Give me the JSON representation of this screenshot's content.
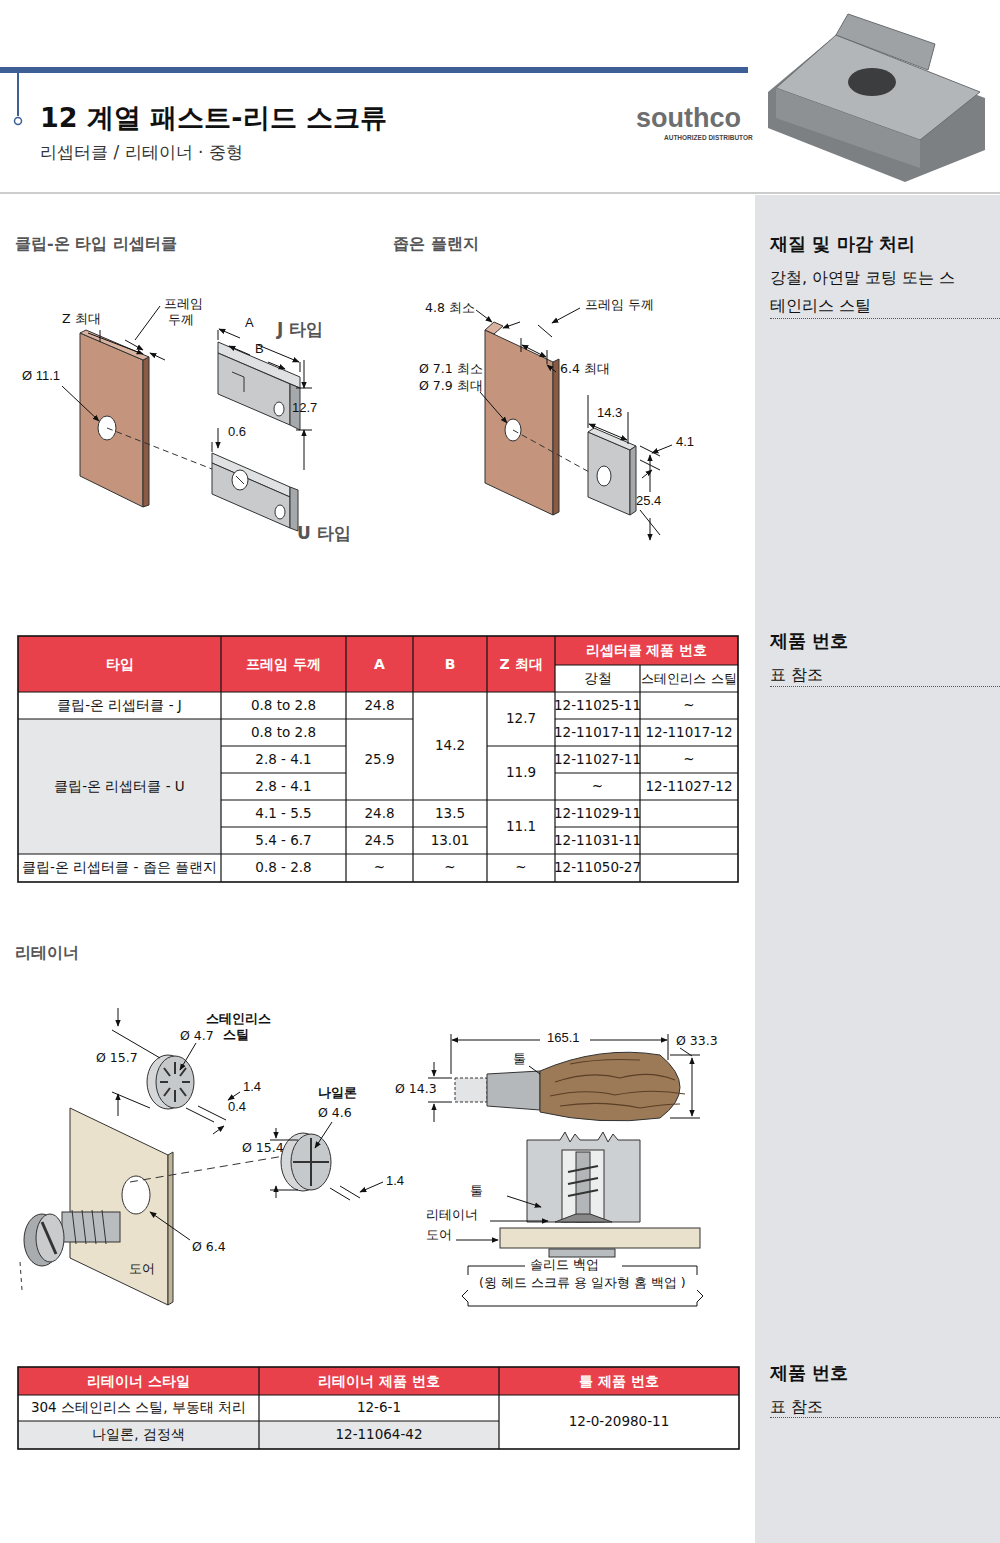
{
  "diagram": {
    "title": "12 계열 패스트-리드 스크류",
    "nodes": [
      {
        "text": [
          "재질 및 마감 처리",
          "강철, 아연말 코팅 또는 스테인리스 스틸",
          "제품 번호",
          "표 참조",
          "제품 번호",
          "표 참조"
        ]
      }
    ],
    "labels": [
      "리셉터클 / 리테이너 · 중형",
      "southco",
      "AUTHORIZED DISTRIBUTOR",
      "클립-온 타입 리셉터클",
      "좁은 플랜지",
      "Z 최대",
      "프레임",
      "두께",
      "A",
      "J 타입",
      "B",
      "Ø 11.1",
      "12.7",
      "0.6",
      "U 타입",
      "4.8 최소",
      "프레임 두께",
      "Ø 7.1 최소",
      "Ø 7.9 최대",
      "6.4 최대",
      "14.3",
      "4.1",
      "25.4",
      "타입",
      "프레임 두께",
      "A",
      "B",
      "Z 최대",
      "리셉터클 제품 번호",
      "강철",
      "스테인리스 스틸",
      "클립-온 리셉터클 - J",
      "0.8 to 2.8",
      "24.8",
      "14.2",
      "12.7",
      "12-11025-11",
      "~",
      "클립-온 리셉터클 - U",
      "0.8 to 2.8",
      "25.9",
      "12-11017-11",
      "12-11017-12",
      "2.8 - 4.1",
      "11.9",
      "12-11027-11",
      "~",
      "2.8 - 4.1",
      "~",
      "12-11027-12",
      "4.1 - 5.5",
      "24.8",
      "13.5",
      "11.1",
      "12-11029-11",
      "5.4 - 6.7",
      "24.5",
      "13.01",
      "12-11031-11",
      "클립-온 리셉터클 - 좁은 플랜지",
      "0.8 - 2.8",
      "~",
      "~",
      "~",
      "12-11050-27",
      "리테이너",
      "스테인리스",
      "스틸",
      "Ø 4.7",
      "Ø 15.7",
      "1.4",
      "0.4",
      "나일론",
      "Ø 4.6",
      "Ø 15.4",
      "1.4",
      "Ø 6.4",
      "도어",
      "165.1",
      "Ø 33.3",
      "툴",
      "Ø 14.3",
      "툴",
      "리테이너",
      "도어",
      "솔리드 백업",
      "(윙 헤드 스크류 용 일자형 홈 백업 )",
      "리테이너 스타일",
      "리테이너 제품 번호",
      "툴 제품 번호",
      "304 스테인리스 스틸, 부동태 처리",
      "12-6-1",
      "12-0-20980-11",
      "나일론, 검정색",
      "12-11064-42"
    ]
  }
}
